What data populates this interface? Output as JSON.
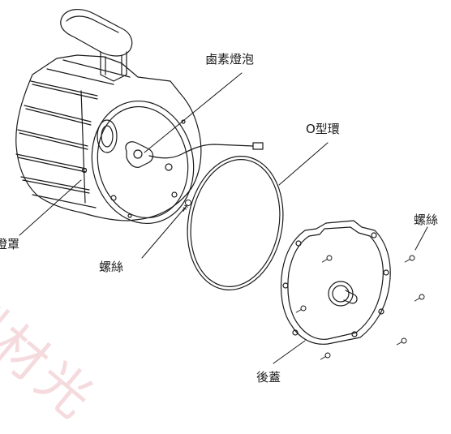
{
  "labels": {
    "halogen_bulb": "鹵素燈泡",
    "o_ring": "O型環",
    "lamp_cover": "燈罩",
    "screw_left": "螺絲",
    "screw_right": "螺絲",
    "back_cover": "後蓋"
  },
  "watermark": "訓材光",
  "icons": {
    "handle": "handle-icon",
    "lamp_housing": "lamp-housing-icon",
    "bulb": "halogen-bulb-icon",
    "o_ring": "o-ring-icon",
    "back_cover": "back-cover-icon",
    "screw": "screw-icon"
  },
  "colors": {
    "line": "#1a1a1a",
    "watermark": "#e9aeb8"
  }
}
